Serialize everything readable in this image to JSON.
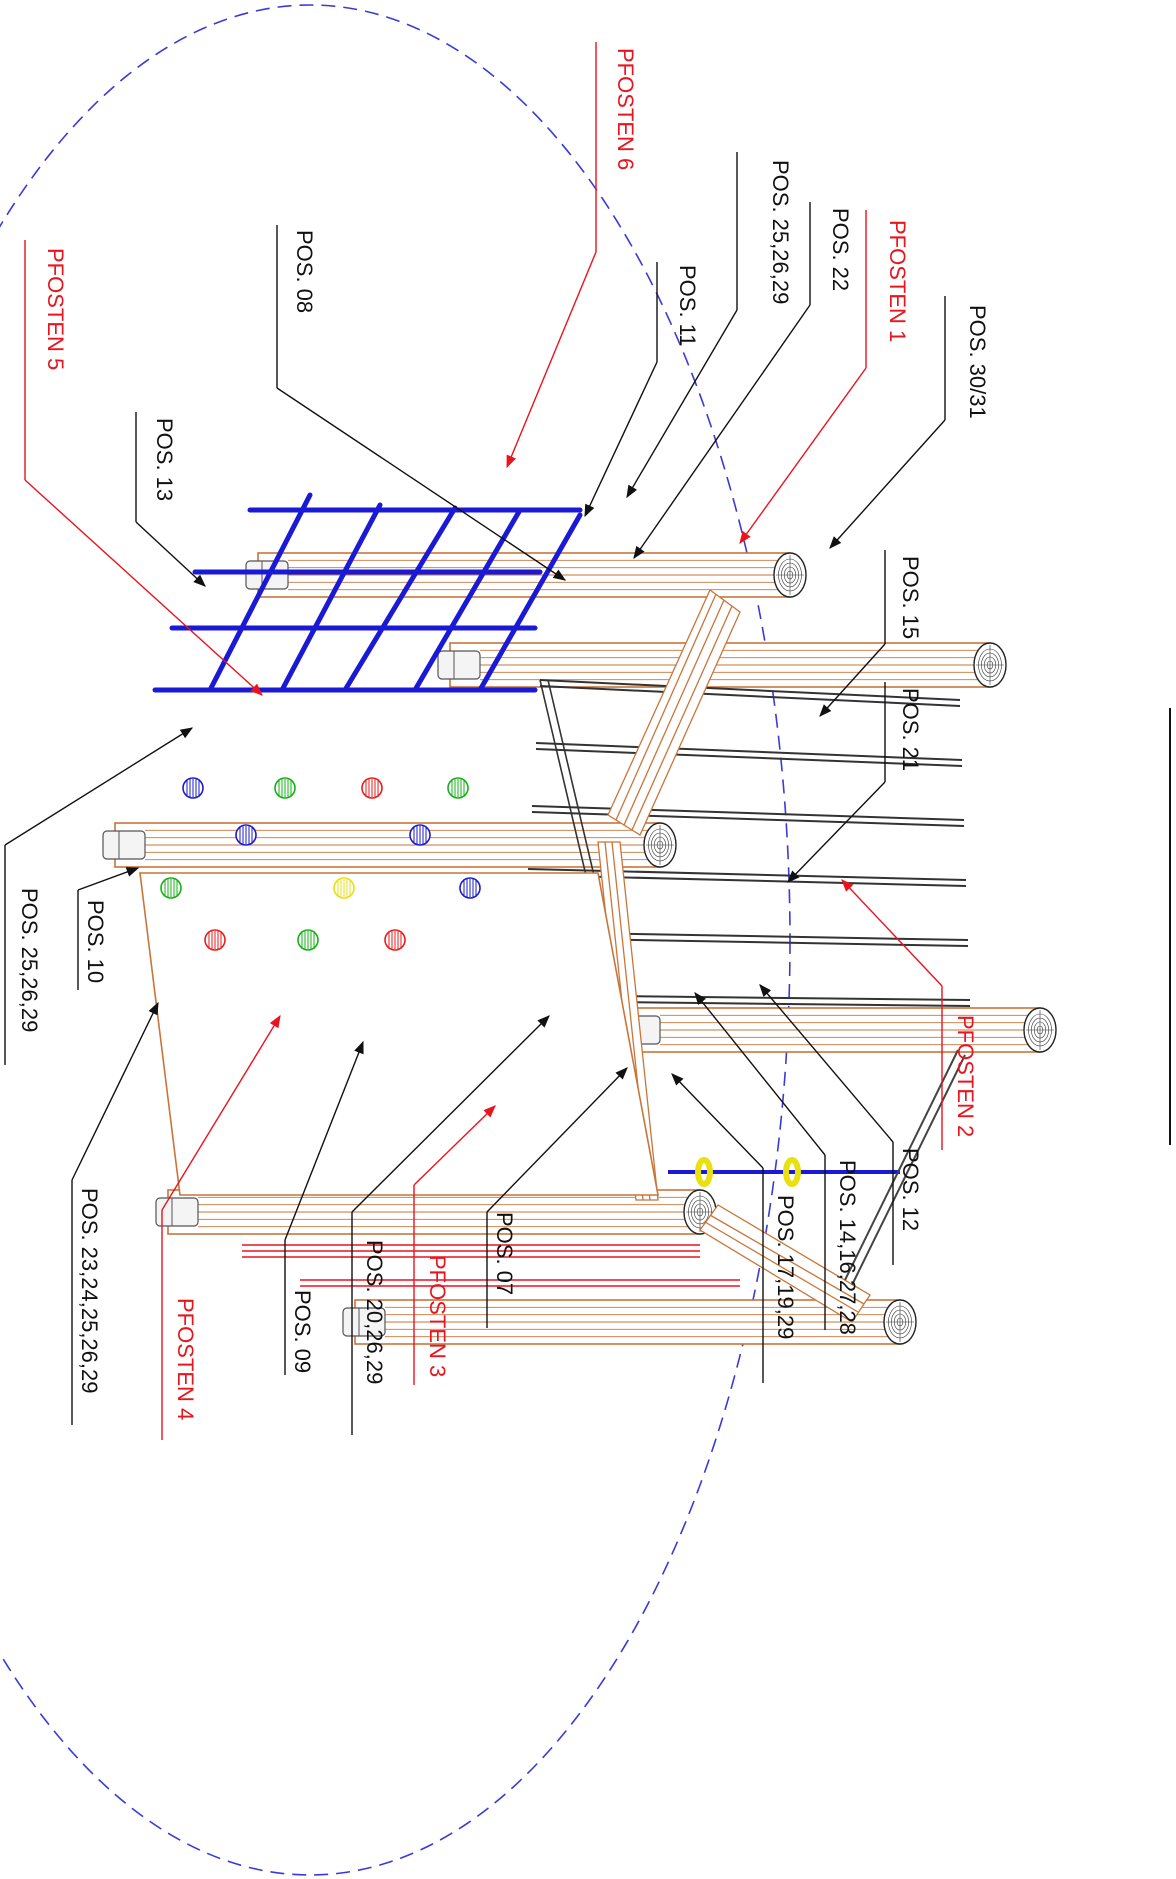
{
  "colors": {
    "wood": "#c8753a",
    "wood_light": "#e8a870",
    "net": "#1a1ad6",
    "circle": "#3a3ad8",
    "red_label": "#e8141e",
    "black_label": "#111111",
    "hold_red": "#e61e1e",
    "hold_green": "#16b016",
    "hold_blue": "#1c1ccc",
    "hold_yellow": "#e8e010"
  },
  "labels": {
    "pos_30_31": "POS. 30/31",
    "pfosten_1": "PFOSTEN 1",
    "pos_22": "POS. 22",
    "pos_25_26_29_top": "POS. 25,26,29",
    "pos_11": "POS. 11",
    "pfosten_6": "PFOSTEN 6",
    "pos_08": "POS. 08",
    "pfosten_5": "PFOSTEN 5",
    "pos_13": "POS. 13",
    "pos_15": "POS. 15",
    "pos_21": "POS. 21",
    "pfosten_2": "PFOSTEN 2",
    "pos_12": "POS. 12",
    "pos_14_16_27_28": "POS. 14,16,27,28",
    "pos_17_19_29": "POS. 17,19,29",
    "pos_07": "POS. 07",
    "pfosten_3": "PFOSTEN 3",
    "pos_20_26_29": "POS. 20,26,29",
    "pos_09": "POS. 09",
    "pfosten_4": "PFOSTEN 4",
    "pos_23_24_25_26_29": "POS. 23,24,25,26,29",
    "pos_10": "POS. 10",
    "pos_25_26_29_left": "POS. 25,26,29"
  }
}
